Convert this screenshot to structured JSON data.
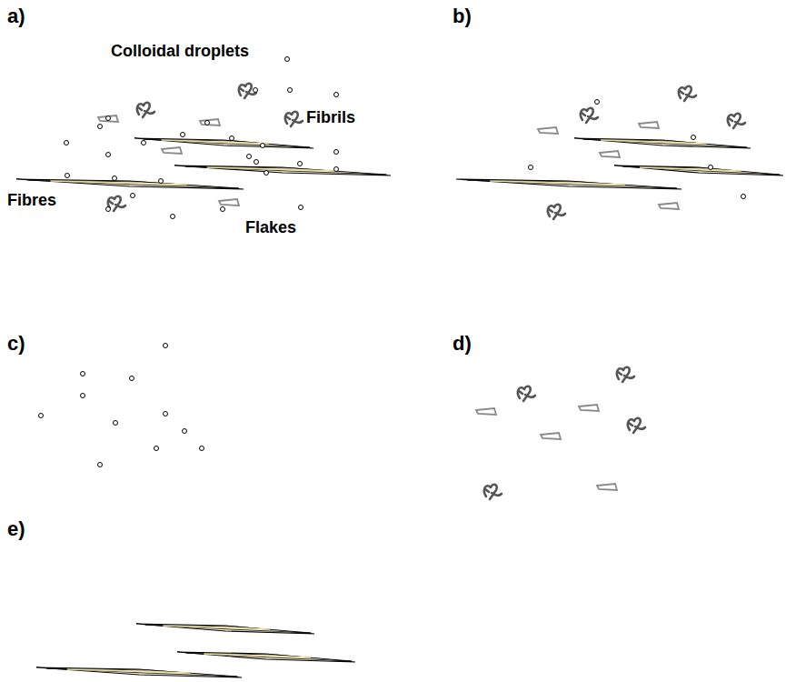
{
  "diagram": {
    "labels": [
      "a)",
      "Colloidal droplets",
      "Fibrils",
      "Fibres",
      "Flakes",
      "b)",
      "c)",
      "d)",
      "e)"
    ]
  }
}
